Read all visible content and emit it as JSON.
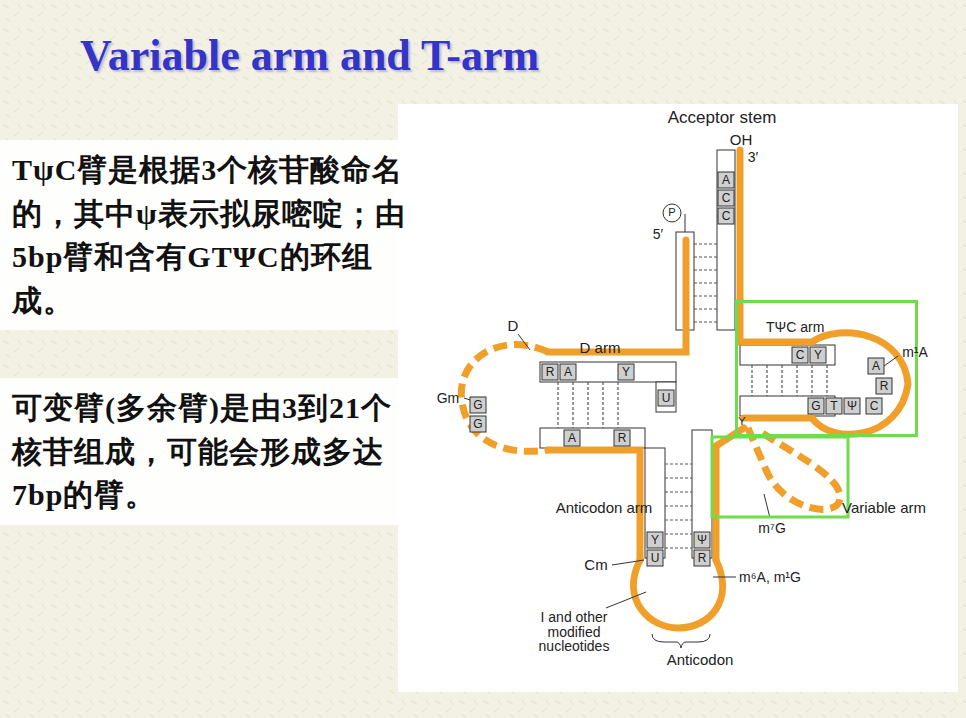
{
  "diagram": {
    "title": "Variable arm and T-arm",
    "nodes": [
      {
        "text": [
          "TψC臂是根据3个核苷酸命名的，其中ψ表示拟尿嘧啶；由5bp臂和含有GTΨC的环组成。"
        ]
      },
      {
        "text": [
          "可变臂(多余臂)是由3到21个核苷组成，可能会形成多达7bp的臂。"
        ]
      },
      {
        "text": [
          "TΨC arm"
        ]
      }
    ],
    "labels": [
      "Acceptor stem",
      "OH",
      "3′",
      "A",
      "C",
      "C",
      "P",
      "5′",
      "D",
      "D arm",
      "R",
      "A",
      "Y",
      "U",
      "Gm",
      "G",
      "G",
      "A",
      "R",
      "C",
      "Y",
      "A",
      "R",
      "C",
      "Ψ",
      "T",
      "G",
      "m¹A",
      "Y",
      "Variable arm",
      "m⁷G",
      "Anticodon arm",
      "Cm",
      "Y",
      "U",
      "Ψ",
      "R",
      "m⁶A, m¹G",
      "I and other modified nucleotides",
      "Anticodon"
    ]
  }
}
